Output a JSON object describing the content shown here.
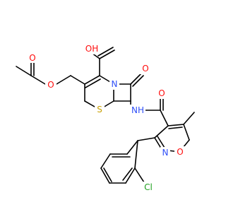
{
  "molecule": {
    "atom_labels": {
      "oh": "OH",
      "carboxyl_o": "O",
      "ester_o_left": "O",
      "ester_o_carbonyl": "O",
      "beta_lactam_o": "O",
      "n_ring": "N",
      "s_ring": "S",
      "nh": "NH",
      "amide_o": "O",
      "isoxazole_n": "N",
      "isoxazole_o": "O",
      "cl": "Cl"
    },
    "colors": {
      "oxygen": "#ff0d0d",
      "nitrogen": "#3050f8",
      "sulfur": "#c8a000",
      "chlorine": "#1fa01f",
      "bond": "#000000"
    }
  }
}
